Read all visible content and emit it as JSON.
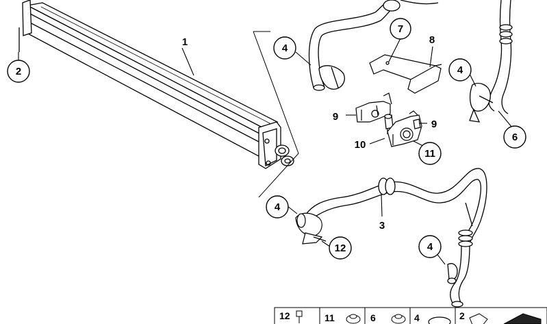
{
  "callouts": {
    "c1": "1",
    "c2": "2",
    "c3": "3",
    "c4a": "4",
    "c4b": "4",
    "c4c": "4",
    "c4d": "4",
    "c6": "6",
    "c7": "7",
    "c8": "8",
    "c9a": "9",
    "c9b": "9",
    "c10": "10",
    "c11": "11",
    "c12": "12"
  },
  "legend": [
    "12",
    "11",
    "6",
    "4",
    "2"
  ]
}
